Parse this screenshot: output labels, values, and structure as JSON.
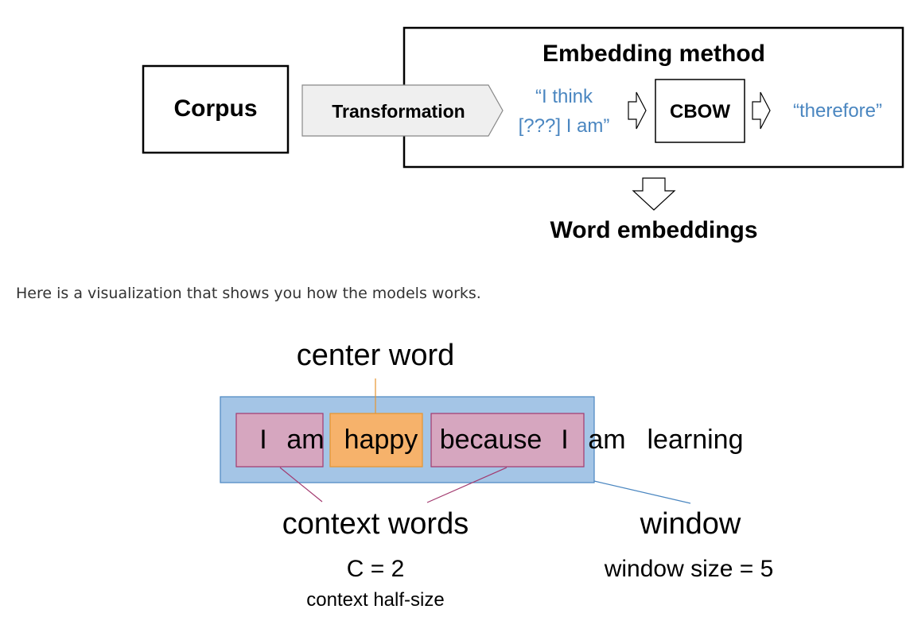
{
  "top_diagram": {
    "corpus_label": "Corpus",
    "transformation_label": "Transformation",
    "embedding_method_title": "Embedding method",
    "input_phrase_line1": "“I think",
    "input_phrase_line2": "[???] I am”",
    "model_label": "CBOW",
    "output_word": "“therefore”",
    "result_label": "Word embeddings"
  },
  "intro_text": "Here is a visualization that shows you how the models works.",
  "window_diagram": {
    "center_word_label": "center word",
    "sentence_tokens": [
      "I",
      "am",
      "happy",
      "because",
      "I",
      "am",
      "learning"
    ],
    "context_words_label": "context words",
    "window_label": "window",
    "c_equation": "C = 2",
    "c_caption": "context half-size",
    "window_size_equation": "window size = 5"
  },
  "colors": {
    "window_fill": "#a4c5e6",
    "window_stroke": "#4a86c0",
    "context_fill": "#d6a6bf",
    "context_stroke": "#a23a6f",
    "center_fill": "#f6b26b",
    "center_stroke": "#e6942e",
    "blue_text": "#4a86c0"
  }
}
